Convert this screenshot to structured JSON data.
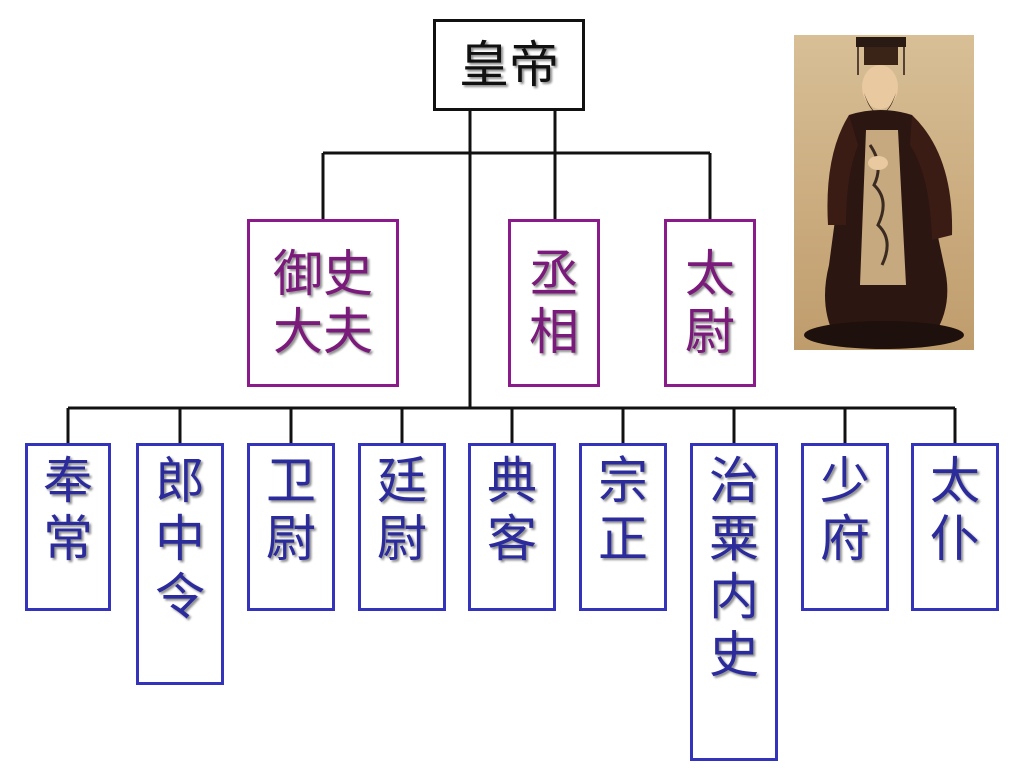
{
  "emperor": {
    "label": "皇帝"
  },
  "ministers": [
    {
      "label": "御史大夫"
    },
    {
      "label": "丞相"
    },
    {
      "label": "太尉"
    }
  ],
  "nine_ministers": [
    {
      "label": "奉常"
    },
    {
      "label": "郎中令"
    },
    {
      "label": "卫尉"
    },
    {
      "label": "廷尉"
    },
    {
      "label": "典客"
    },
    {
      "label": "宗正"
    },
    {
      "label": "治粟内史"
    },
    {
      "label": "少府"
    },
    {
      "label": "太仆"
    }
  ],
  "colors": {
    "emperor_border": "#111111",
    "minister_border": "#8B1A8B",
    "minister_text": "#7A1A7A",
    "nine_border": "#3333BB",
    "nine_text": "#2B2B9C",
    "connector": "#111111"
  }
}
